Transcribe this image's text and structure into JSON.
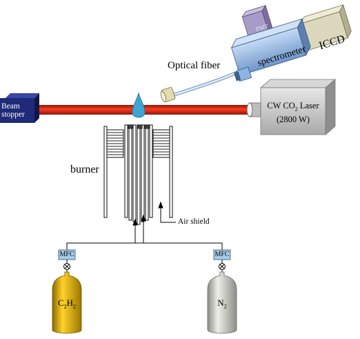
{
  "labels": {
    "beam_stopper_line1": "Beam",
    "beam_stopper_line2": "stopper",
    "laser_line1_prefix": "CW CO",
    "laser_line1_sub": "2",
    "laser_line1_suffix": " Laser",
    "laser_line2": "(2800 W)",
    "optical_fiber": "Optical fiber",
    "spectrometer": "spectrometer",
    "pmt": "PMT",
    "iccd": "ICCD",
    "burner": "burner",
    "air_shield": "Air shield",
    "mfc_left": "MFC",
    "mfc_right": "MFC",
    "cyl_left_prefix": "C",
    "cyl_left_sub1": "2",
    "cyl_left_mid": "H",
    "cyl_left_sub2": "2",
    "cyl_right_prefix": "N",
    "cyl_right_sub": "2"
  },
  "colors": {
    "laser_beam": "#e8321e",
    "beam_stopper": "#1f2a78",
    "laser_box": "#c8c8c8",
    "spectrometer": "#8fb4e3",
    "pmt": "#a79bc8",
    "iccd": "#dcd8bd",
    "flame": "#3fa4cf",
    "mfc": "#a7cce8",
    "cylinder_c2h2": "#e6b400",
    "cylinder_n2": "#c9c9c2",
    "fiber": "#b9d2ec"
  },
  "icons": [
    "beam-stopper-icon",
    "laser-icon",
    "spectrometer-icon",
    "pmt-icon",
    "iccd-icon",
    "flame-icon",
    "fiber-connector-icon",
    "valve-icon",
    "gas-cylinder-icon"
  ]
}
